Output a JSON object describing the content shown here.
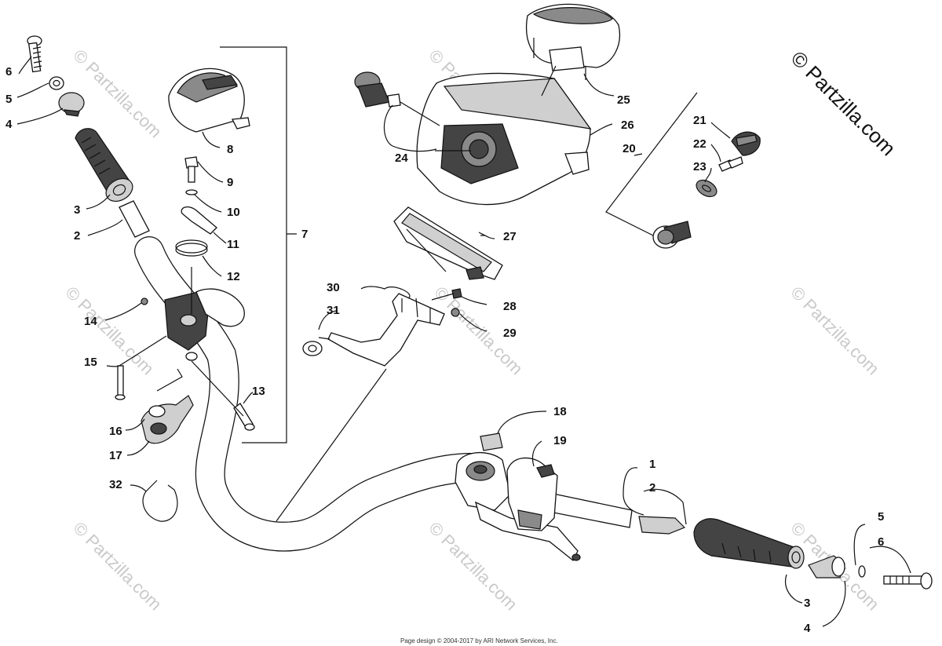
{
  "brand": "© Partzilla.com",
  "watermark": "© Partzilla.com",
  "footer": "Page design © 2004-2017 by ARI Network Services, Inc.",
  "callouts": [
    "6",
    "5",
    "4",
    "3",
    "2",
    "8",
    "9",
    "10",
    "11",
    "12",
    "7",
    "14",
    "15",
    "13",
    "16",
    "17",
    "32",
    "24",
    "25",
    "26",
    "21",
    "22",
    "20",
    "23",
    "27",
    "30",
    "31",
    "28",
    "29",
    "18",
    "19",
    "1",
    "2",
    "5",
    "6",
    "3",
    "4"
  ]
}
